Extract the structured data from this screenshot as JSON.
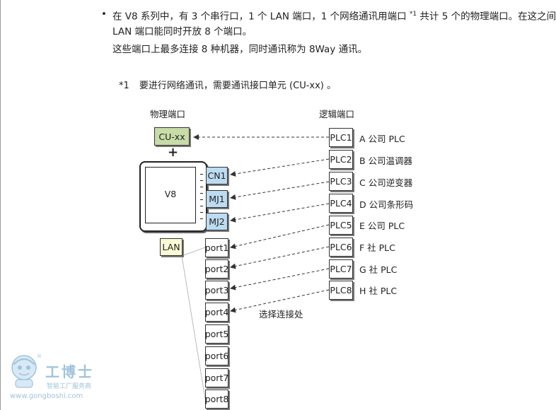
{
  "intro": {
    "bullet": "•",
    "line1": "在 V8 系列中，有 3 个串行口，1 个 LAN 端口，1 个网络通讯用端口 ",
    "sup": "*1",
    "line1_tail": " 共计 5 个的物理端口。在这之间",
    "line2": "LAN 端口能同时开放 8 个端口。",
    "line3": "这些端口上最多连接 8 种机器，同时通讯称为 8Way 通讯。"
  },
  "footnote": {
    "mark": "*1",
    "text": "要进行网络通讯，需要通讯接口单元 (CU-xx) 。"
  },
  "diagram": {
    "physical_header": "物理端口",
    "logical_header": "逻辑端口",
    "cu_label": "CU-xx",
    "plus": "+",
    "v8_label": "V8",
    "lan_label": "LAN",
    "serial_ports": [
      "CN1",
      "MJ1",
      "MJ2"
    ],
    "lan_ports": [
      "port1",
      "port2",
      "port3",
      "port4",
      "port5",
      "port6",
      "port7",
      "port8"
    ],
    "plcs": [
      {
        "label": "PLC1",
        "desc": "A 公司 PLC"
      },
      {
        "label": "PLC2",
        "desc": "B 公司温调器"
      },
      {
        "label": "PLC3",
        "desc": "C 公司逆变器"
      },
      {
        "label": "PLC4",
        "desc": "D 公司条形码"
      },
      {
        "label": "PLC5",
        "desc": "E 公司 PLC"
      },
      {
        "label": "PLC6",
        "desc": "F 社 PLC"
      },
      {
        "label": "PLC7",
        "desc": "G 社 PLC"
      },
      {
        "label": "PLC8",
        "desc": "H 社 PLC"
      }
    ],
    "select_label": "选择连接处"
  },
  "watermark": {
    "brand": "工博士",
    "reg": "®",
    "tagline": "智能工厂服务商",
    "url": "www.gongboshi.com"
  },
  "colors": {
    "cu_fill": "#c8dca8",
    "lan_fill": "#fbfbd6",
    "serial_fill": "#bcdcf2",
    "watermark": "#9fc3dd"
  }
}
